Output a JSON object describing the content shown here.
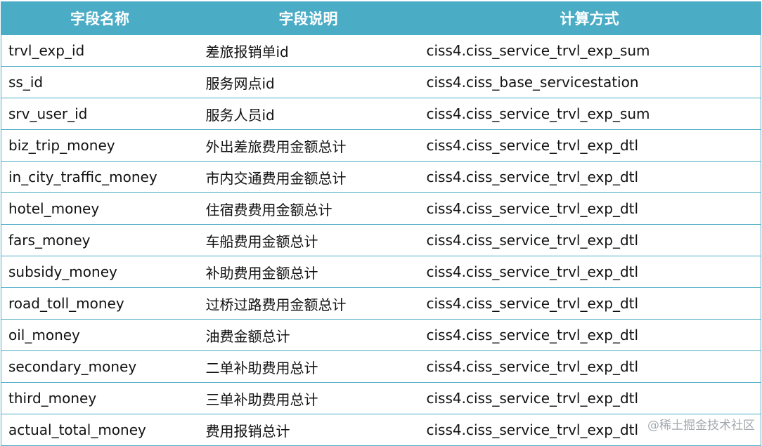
{
  "table": {
    "headers": [
      "字段名称",
      "字段说明",
      "计算方式"
    ],
    "rows": [
      [
        "trvl_exp_id",
        "差旅报销单id",
        "ciss4.ciss_service_trvl_exp_sum"
      ],
      [
        "ss_id",
        "服务网点id",
        "ciss4.ciss_base_servicestation"
      ],
      [
        "srv_user_id",
        "服务人员id",
        "ciss4.ciss_service_trvl_exp_sum"
      ],
      [
        "biz_trip_money",
        "外出差旅费用金额总计",
        "ciss4.ciss_service_trvl_exp_dtl"
      ],
      [
        "in_city_traffic_money",
        "市内交通费用金额总计",
        "ciss4.ciss_service_trvl_exp_dtl"
      ],
      [
        "hotel_money",
        "住宿费费用金额总计",
        "ciss4.ciss_service_trvl_exp_dtl"
      ],
      [
        "fars_money",
        "车船费用金额总计",
        "ciss4.ciss_service_trvl_exp_dtl"
      ],
      [
        "subsidy_money",
        "补助费用金额总计",
        "ciss4.ciss_service_trvl_exp_dtl"
      ],
      [
        "road_toll_money",
        "过桥过路费用金额总计",
        "ciss4.ciss_service_trvl_exp_dtl"
      ],
      [
        "oil_money",
        "油费金额总计",
        "ciss4.ciss_service_trvl_exp_dtl"
      ],
      [
        "secondary_money",
        "二单补助费用总计",
        "ciss4.ciss_service_trvl_exp_dtl"
      ],
      [
        "third_money",
        "三单补助费用总计",
        "ciss4.ciss_service_trvl_exp_dtl"
      ],
      [
        "actual_total_money",
        "费用报销总计",
        "ciss4.ciss_service_trvl_exp_dtl"
      ]
    ]
  },
  "watermark": "@稀土掘金技术社区",
  "colors": {
    "header_bg": "#4bacc6",
    "border": "#4bacc6",
    "header_text": "#ffffff"
  }
}
